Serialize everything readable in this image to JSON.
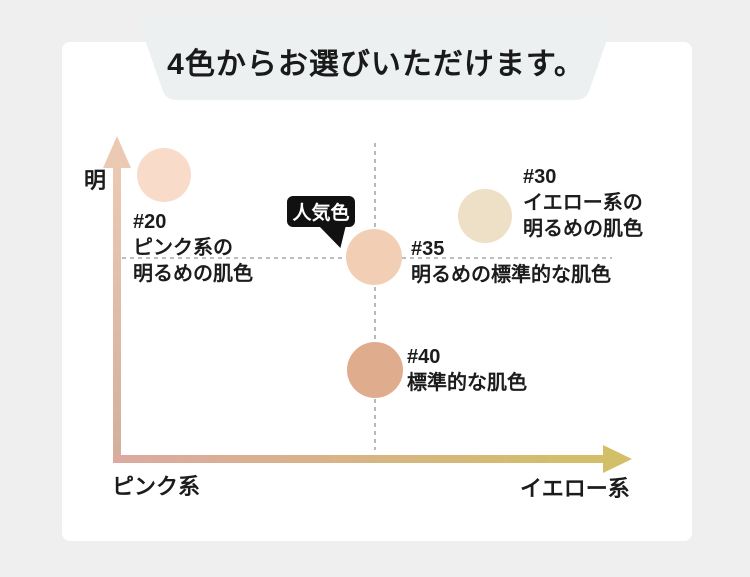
{
  "colors": {
    "page_bg": "#efefef",
    "card_bg": "#ffffff",
    "banner_bg": "#edf0f1",
    "text": "#1c1c1c",
    "badge_bg": "#111111",
    "badge_text": "#ffffff"
  },
  "chart_data": {
    "type": "scatter",
    "title": "4色からお選びいただけます。",
    "ylabel": "明",
    "xlabel_left": "ピンク系",
    "xlabel_right": "イエロー系",
    "popular_badge": "人気色",
    "guide_color": "#a9a9a9",
    "axis_colors": {
      "y_bottom": "#d1af9b",
      "y_top": "#ecc9b3",
      "x_left": "#dcaaa2",
      "x_right": "#d3bf67"
    },
    "grid": "dashed crosshair guides through #35",
    "legend_position": "none",
    "points": [
      {
        "id": "#20",
        "x": 0.09,
        "y": 0.88,
        "swatch": "#f8dcc9",
        "popular": false,
        "lines": [
          "#20",
          "ピンク系の",
          "明るめの肌色"
        ]
      },
      {
        "id": "#30",
        "x": 0.72,
        "y": 0.75,
        "swatch": "#ede0c6",
        "popular": false,
        "lines": [
          "#30",
          "イエロー系の",
          "明るめの肌色"
        ]
      },
      {
        "id": "#35",
        "x": 0.5,
        "y": 0.63,
        "swatch": "#f2cfb4",
        "popular": true,
        "lines": [
          "#35",
          "明るめの標準的な肌色"
        ]
      },
      {
        "id": "#40",
        "x": 0.5,
        "y": 0.28,
        "swatch": "#e0ac8e",
        "popular": false,
        "lines": [
          "#40",
          "標準的な肌色"
        ]
      }
    ]
  }
}
